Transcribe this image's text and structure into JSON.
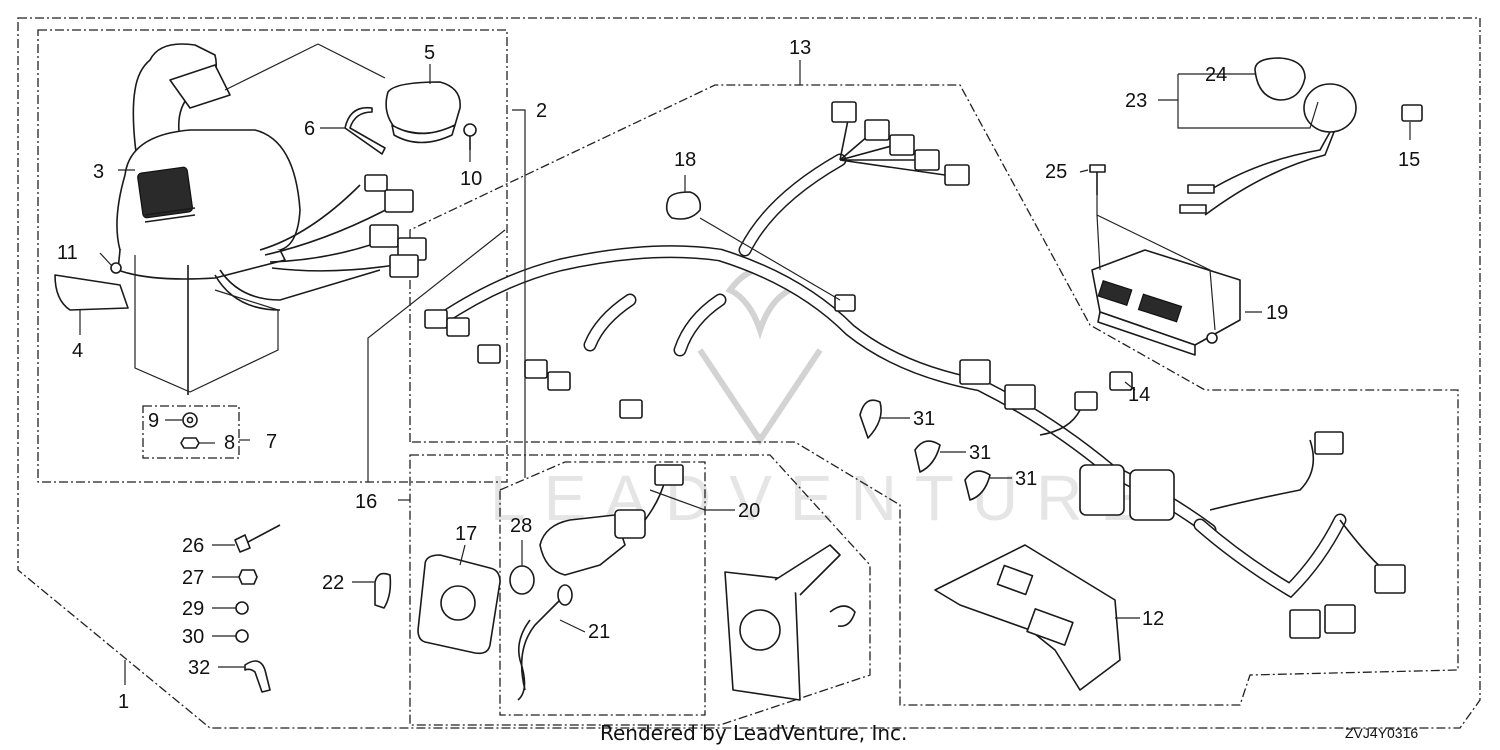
{
  "callouts": [
    {
      "n": "1"
    },
    {
      "n": "2"
    },
    {
      "n": "3"
    },
    {
      "n": "4"
    },
    {
      "n": "5"
    },
    {
      "n": "6"
    },
    {
      "n": "7"
    },
    {
      "n": "8"
    },
    {
      "n": "9"
    },
    {
      "n": "10"
    },
    {
      "n": "11"
    },
    {
      "n": "12"
    },
    {
      "n": "13"
    },
    {
      "n": "14"
    },
    {
      "n": "15"
    },
    {
      "n": "16"
    },
    {
      "n": "17"
    },
    {
      "n": "18"
    },
    {
      "n": "19"
    },
    {
      "n": "20"
    },
    {
      "n": "21"
    },
    {
      "n": "22"
    },
    {
      "n": "23"
    },
    {
      "n": "24"
    },
    {
      "n": "25"
    },
    {
      "n": "26"
    },
    {
      "n": "27"
    },
    {
      "n": "28"
    },
    {
      "n": "29"
    },
    {
      "n": "30"
    },
    {
      "n": "31"
    },
    {
      "n": "31"
    },
    {
      "n": "31"
    },
    {
      "n": "32"
    }
  ],
  "footer": {
    "credit": "Rendered by LeadVenture, Inc.",
    "diagram_code": "ZVJ4Y0316"
  },
  "watermark": {
    "text": "LEADVENTURE"
  }
}
